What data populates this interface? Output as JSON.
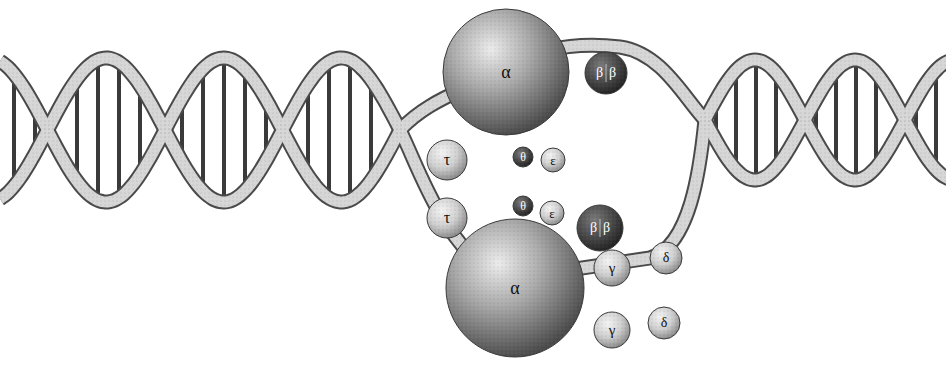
{
  "diagram": {
    "nodes": [
      {
        "text": [
          "α"
        ]
      },
      {
        "text": [
          "β",
          "β"
        ]
      },
      {
        "text": [
          "τ"
        ]
      },
      {
        "text": [
          "θ"
        ]
      },
      {
        "text": [
          "ε"
        ]
      },
      {
        "text": [
          "τ"
        ]
      },
      {
        "text": [
          "θ"
        ]
      },
      {
        "text": [
          "ε"
        ]
      },
      {
        "text": [
          "β",
          "β"
        ]
      },
      {
        "text": [
          "α"
        ]
      },
      {
        "text": [
          "γ"
        ]
      },
      {
        "text": [
          "δ"
        ]
      },
      {
        "text": [
          "γ"
        ]
      },
      {
        "text": [
          "δ"
        ]
      }
    ]
  }
}
